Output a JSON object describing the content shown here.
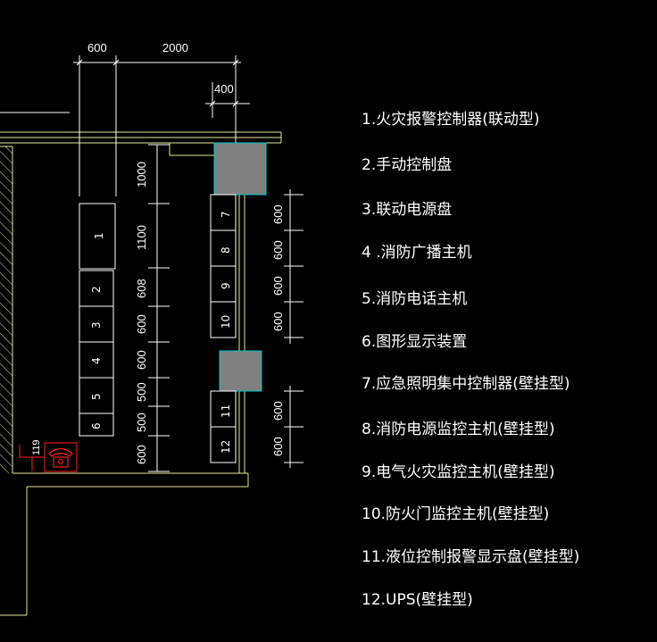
{
  "colors": {
    "background": "#000000",
    "wall": "#e8e8a0",
    "line": "#ffffff",
    "panel_fill": "#808080",
    "panel_edge": "#00c8c8",
    "phone": "#ff2020"
  },
  "dimensions": {
    "top_left": "600",
    "top_right": "2000",
    "offset": "400"
  },
  "left_column": {
    "depth_labels": [
      "1000",
      "1100",
      "608",
      "600",
      "600",
      "500",
      "500",
      "600"
    ],
    "units": [
      "1",
      "2",
      "3",
      "4",
      "5",
      "6"
    ]
  },
  "right_column": {
    "units": [
      "7",
      "8",
      "9",
      "10",
      "11",
      "12"
    ],
    "width_labels": [
      "600",
      "600",
      "600",
      "600",
      "600",
      "600"
    ]
  },
  "phone_label": "119",
  "legend": [
    "1.火灾报警控制器(联动型)",
    "2.手动控制盘",
    "3.联动电源盘",
    "4 .消防广播主机",
    "5.消防电话主机",
    "6.图形显示装置",
    "7.应急照明集中控制器(壁挂型)",
    "8.消防电源监控主机(壁挂型)",
    "9.电气火灾监控主机(壁挂型)",
    "10.防火门监控主机(壁挂型)",
    "11.液位控制报警显示盘(壁挂型)",
    "12.UPS(壁挂型)"
  ]
}
